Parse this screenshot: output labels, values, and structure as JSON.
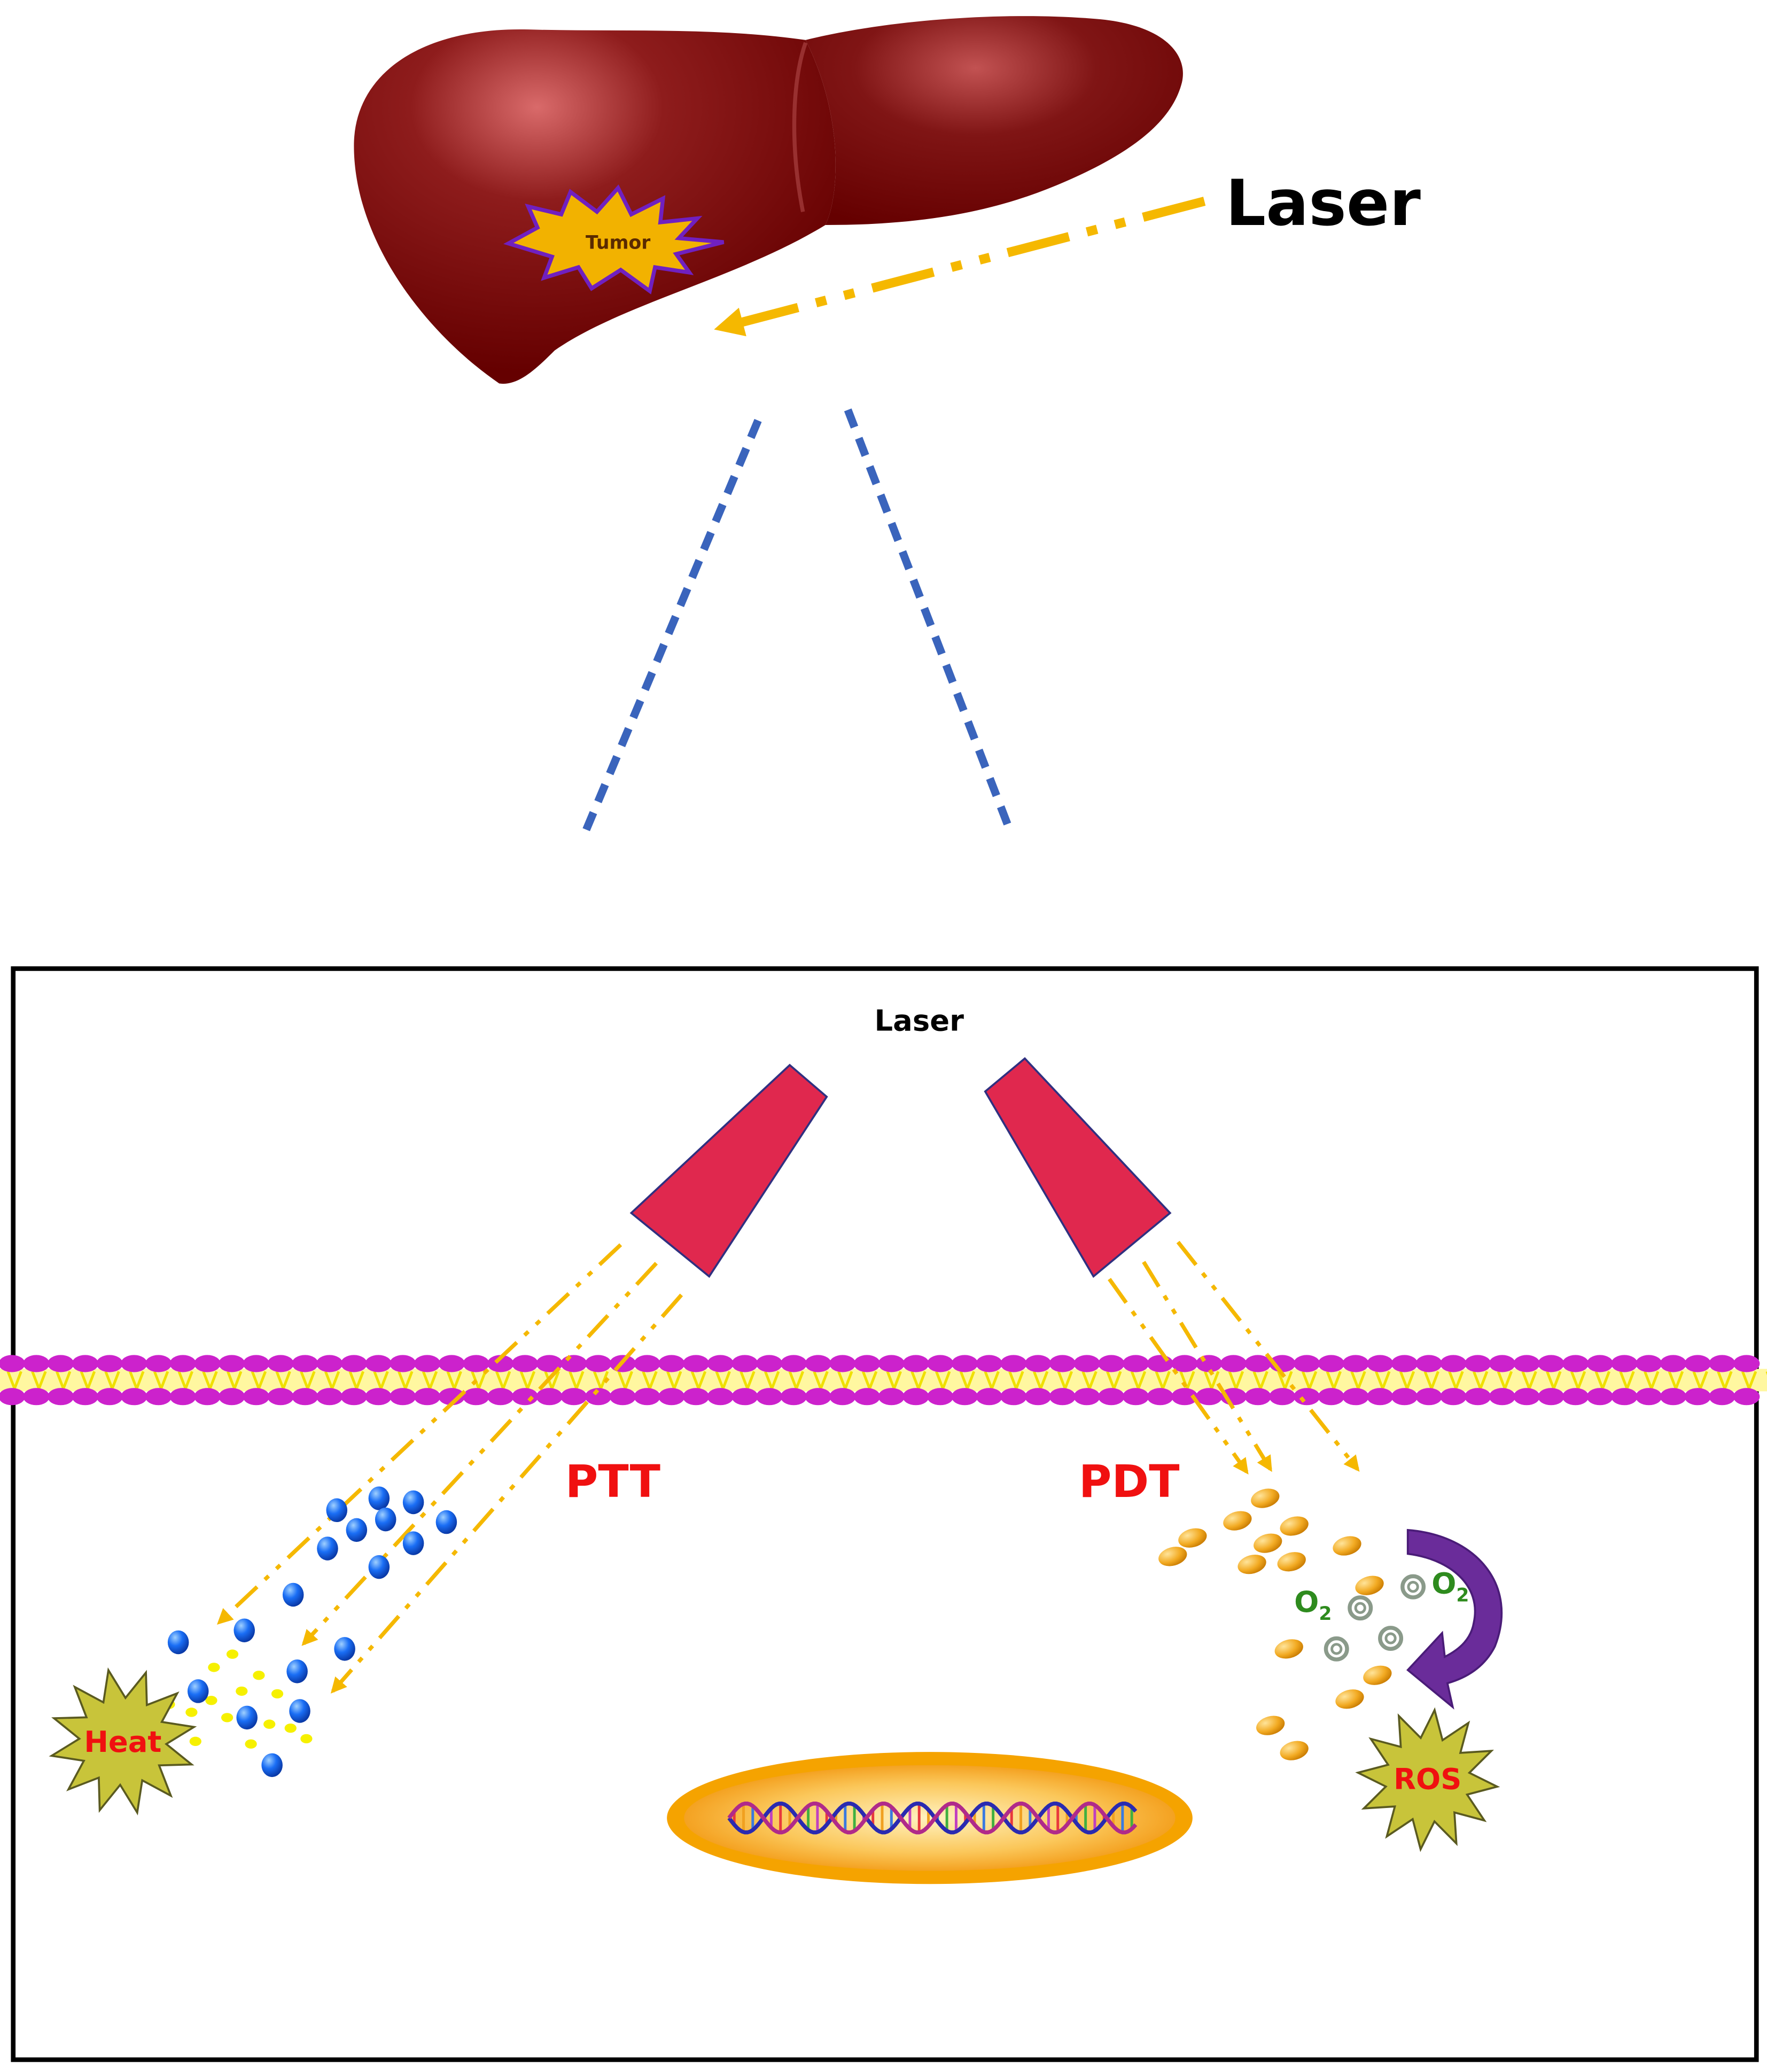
{
  "colors": {
    "liver": "#650000",
    "liver_highlight": "#d96a6a",
    "tumor_fill": "#f2b200",
    "tumor_edge": "#7020c0",
    "laser_beam": "#f5b800",
    "zoom_lines": "#3a64bc",
    "laser_device": "#e0284e",
    "membrane_heads": "#cc22cc",
    "membrane_tails": "#f0e000",
    "label_red": "#f01010",
    "nanoparticle_blue": "#1060f0",
    "nanoparticle_orange": "#f0a820",
    "oxygen_green": "#2e8b1e",
    "burst_fill": "#c8c43a",
    "cycle_arrow": "#6a2c9a",
    "nucleus": "#f5a300"
  },
  "top": {
    "organ": "liver",
    "tumor_label": "Tumor",
    "laser_label": "Laser"
  },
  "panel": {
    "laser_label": "Laser",
    "ptt_label": "PTT",
    "pdt_label": "PDT",
    "heat_label": "Heat",
    "ros_label": "ROS",
    "oxygen_labels": [
      {
        "base": "O",
        "sub": "2"
      },
      {
        "base": "O",
        "sub": "2"
      }
    ],
    "icons": [
      "laser-device-icon",
      "cell-membrane",
      "nanoparticle-icon",
      "dna-helix-icon",
      "burst-icon",
      "cycle-arrow-icon"
    ]
  }
}
